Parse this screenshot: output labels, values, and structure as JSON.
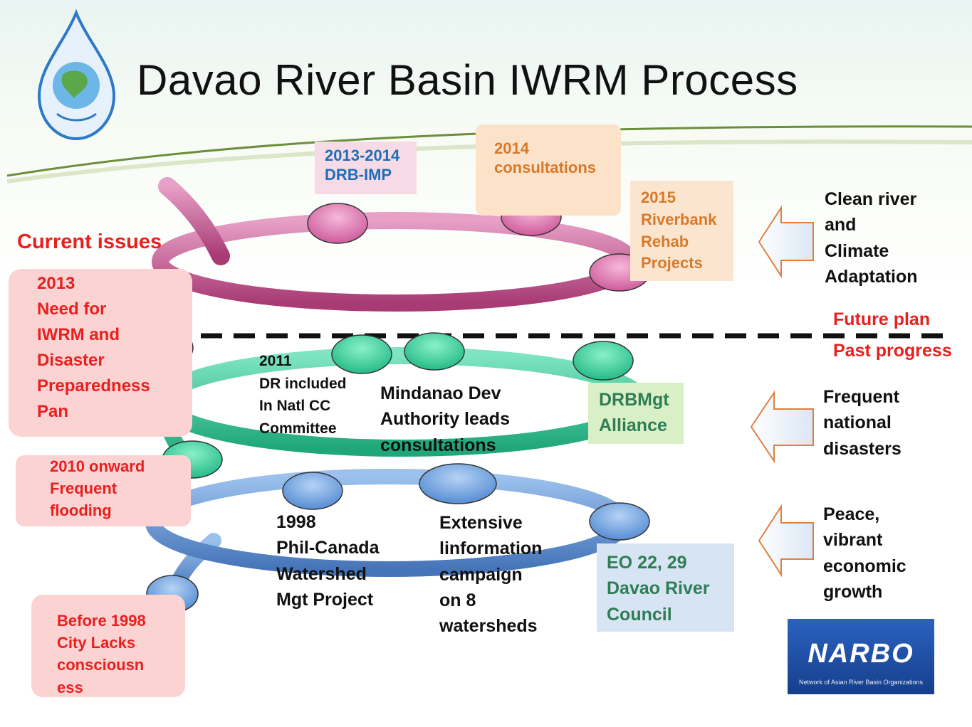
{
  "title": "Davao River Basin IWRM Process",
  "current_issues_heading": "Current issues",
  "left_issues": [
    {
      "text": "2013\nNeed for\nIWRM and\nDisaster\nPreparedness\nPan"
    },
    {
      "text": "2010 onward\nFrequent\nflooding"
    },
    {
      "text": "Before 1998\nCity Lacks\nconsciousn\ness"
    }
  ],
  "future_plan_label": "Future plan",
  "past_progress_label": "Past progress",
  "milestones": {
    "drb_imp": "2013-2014\nDRB-IMP",
    "consultations_2014": "2014\nconsultations",
    "riverbank": "2015\nRiverbank\nRehab\nProjects",
    "cc_2011": "2011\nDR included\nIn Natl CC\nCommittee",
    "mindanao": "Mindanao Dev\nAuthority leads\nconsultations",
    "alliance": "DRBMgt\nAlliance",
    "phil_canada": "1998\nPhil-Canada\nWatershed\nMgt Project",
    "extensive": "Extensive\nlinformation\ncampaign\non 8\nwatersheds",
    "eo": "EO 22, 29\nDavao River\nCouncil"
  },
  "right_goals": {
    "clean": "Clean river\nand\nClimate\nAdaptation",
    "frequent": "Frequent\nnational\ndisasters",
    "peace": "Peace,\nvibrant\neconomic\n growth"
  },
  "narbo": {
    "name": "NARBO",
    "subtitle": "Network of Asian River Basin Organizations"
  },
  "colors": {
    "pink_ring": "#c8558f",
    "green_ring": "#3fc79b",
    "blue_ring": "#5b8fd1",
    "red_text": "#e8201f",
    "narbo_bg": "#1d4fa6"
  },
  "icons": [
    "water-drop-globe-logo-icon",
    "arrow-left-icon",
    "narbo-logo-icon"
  ]
}
